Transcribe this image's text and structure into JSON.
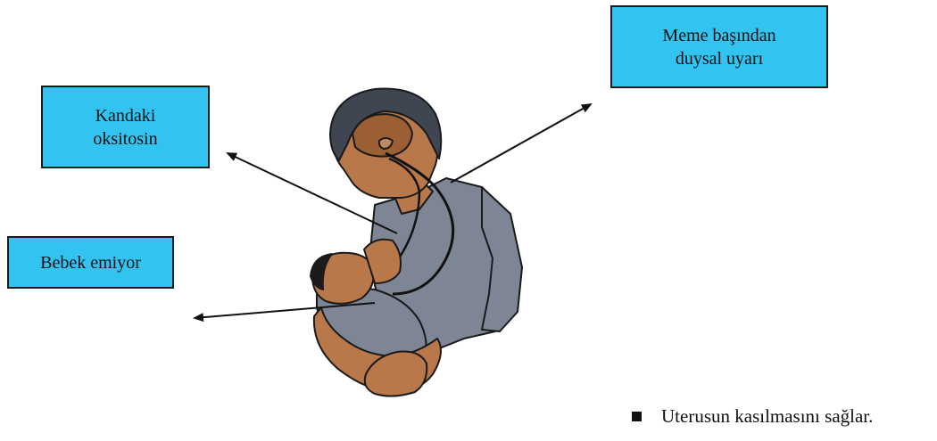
{
  "boxes": {
    "sensory": {
      "line1": "Meme başından",
      "line2": "duysal uyarı"
    },
    "oxytocin": {
      "line1": "Kandaki",
      "line2": "oksitosin"
    },
    "suckling": {
      "text": "Bebek emiyor"
    }
  },
  "bullet": {
    "icon": "square-bullet-icon",
    "text": "Uterusun kasılmasını sağlar."
  },
  "colors": {
    "box_fill": "#33c3f0",
    "shirt": "#7e8595",
    "skin": "#b8784a",
    "hair": "#3f4652",
    "brain": "#9c5f34"
  }
}
